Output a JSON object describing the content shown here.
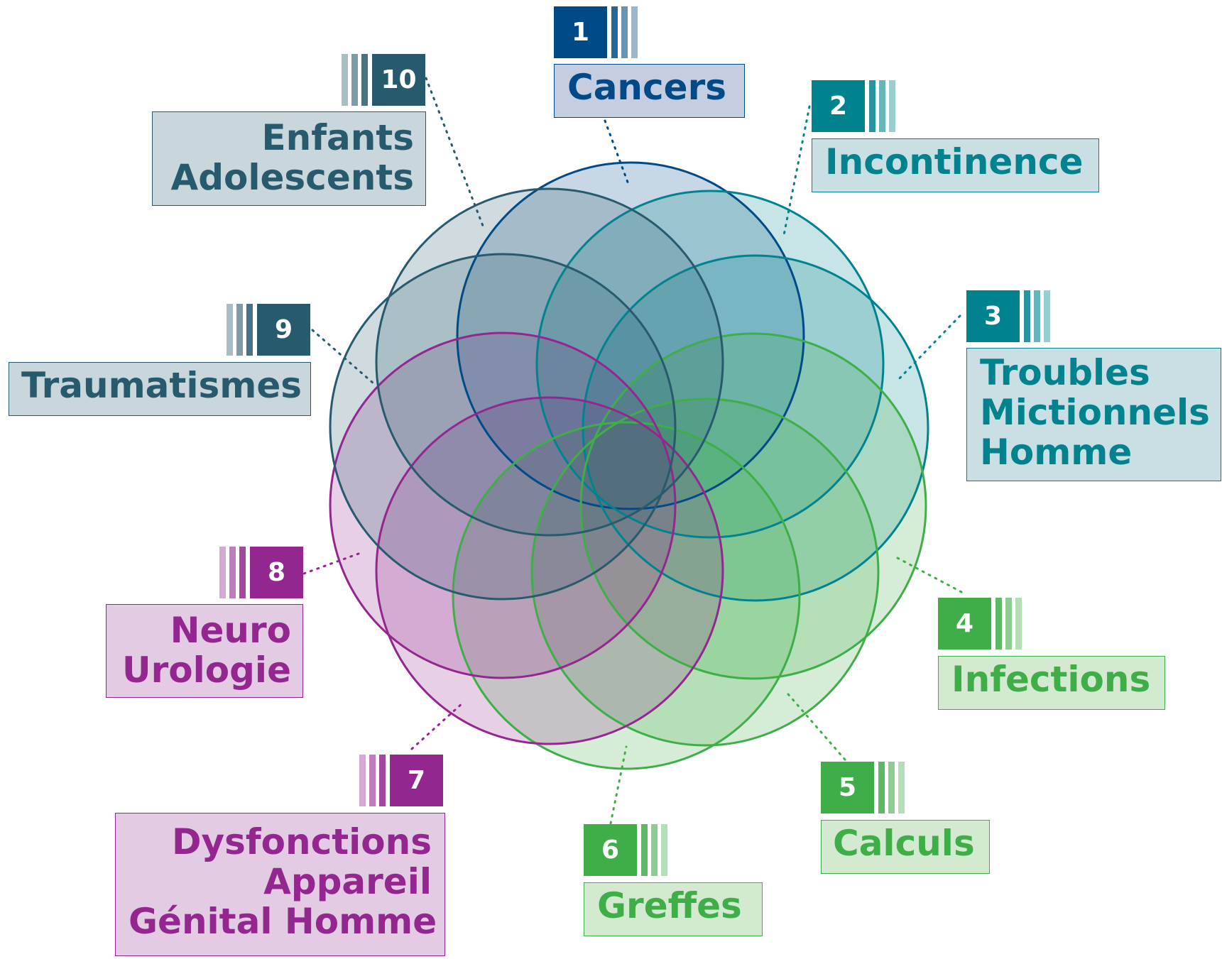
{
  "colors": {
    "navy": "#004b87",
    "teal": "#00838f",
    "slate": "#285a6e",
    "green": "#3fae49",
    "purple": "#93278f"
  },
  "categories": [
    {
      "num": "1",
      "lines": [
        "Cancers"
      ],
      "color": "#004b87",
      "fill": "#c5cde1"
    },
    {
      "num": "2",
      "lines": [
        "Incontinence"
      ],
      "color": "#00838f",
      "fill": "#c9dfe4"
    },
    {
      "num": "3",
      "lines": [
        "Troubles",
        "Mictionnels",
        "Homme"
      ],
      "color": "#00838f",
      "fill": "#c9dfe4"
    },
    {
      "num": "4",
      "lines": [
        "Infections"
      ],
      "color": "#3fae49",
      "fill": "#d3ead0"
    },
    {
      "num": "5",
      "lines": [
        "Calculs"
      ],
      "color": "#3fae49",
      "fill": "#d3ead0"
    },
    {
      "num": "6",
      "lines": [
        "Greffes"
      ],
      "color": "#3fae49",
      "fill": "#d3ead0"
    },
    {
      "num": "7",
      "lines": [
        "Dysfonctions",
        "Appareil",
        "Génital Homme"
      ],
      "color": "#93278f",
      "fill": "#e2cbe3"
    },
    {
      "num": "8",
      "lines": [
        "Neuro",
        "Urologie"
      ],
      "color": "#93278f",
      "fill": "#e2cbe3"
    },
    {
      "num": "9",
      "lines": [
        "Traumatismes"
      ],
      "color": "#285a6e",
      "fill": "#c9d7dc"
    },
    {
      "num": "10",
      "lines": [
        "Enfants",
        "Adolescents"
      ],
      "color": "#285a6e",
      "fill": "#c9d7dc"
    }
  ]
}
